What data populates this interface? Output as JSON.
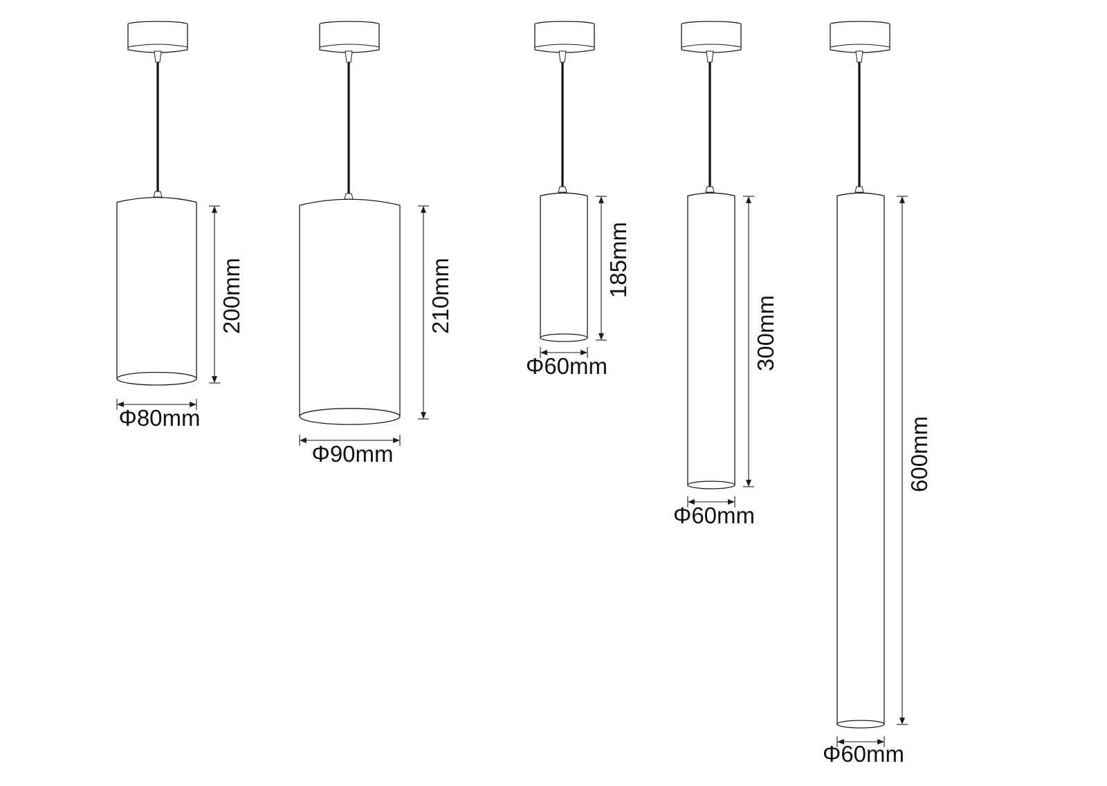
{
  "colors": {
    "line": "#1a1a1a",
    "cord": "#111111",
    "background": "#ffffff"
  },
  "lamps": [
    {
      "id": "lamp-1",
      "height_label": "200mm",
      "diameter_label": "Φ80mm"
    },
    {
      "id": "lamp-2",
      "height_label": "210mm",
      "diameter_label": "Φ90mm"
    },
    {
      "id": "lamp-3",
      "height_label": "185mm",
      "diameter_label": "Φ60mm"
    },
    {
      "id": "lamp-4",
      "height_label": "300mm",
      "diameter_label": "Φ60mm"
    },
    {
      "id": "lamp-5",
      "height_label": "600mm",
      "diameter_label": "Φ60mm"
    }
  ]
}
